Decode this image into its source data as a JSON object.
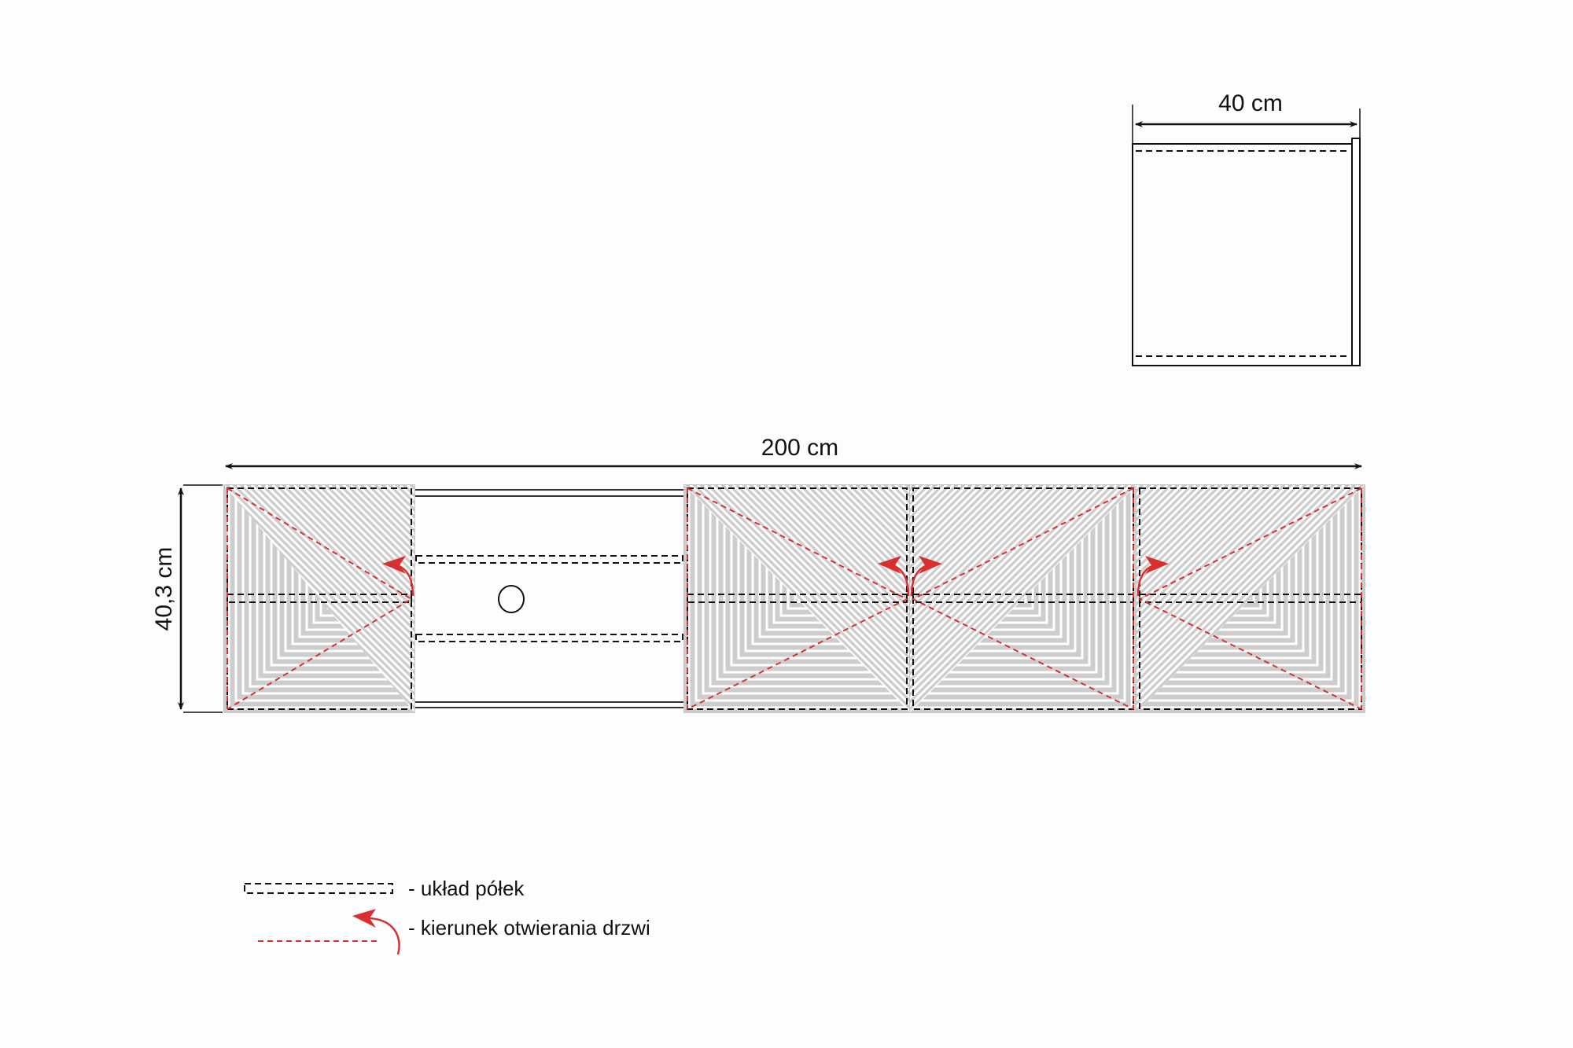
{
  "side_view": {
    "width_label": "40 cm"
  },
  "front_view": {
    "width_label": "200 cm",
    "height_label": "40,3 cm"
  },
  "legend": {
    "shelves_label": "- układ półek",
    "doors_label": "- kierunek otwierania drzwi"
  },
  "colors": {
    "line": "#111111",
    "door_direction": "#d9302f",
    "panel": "#cdcdcd"
  }
}
